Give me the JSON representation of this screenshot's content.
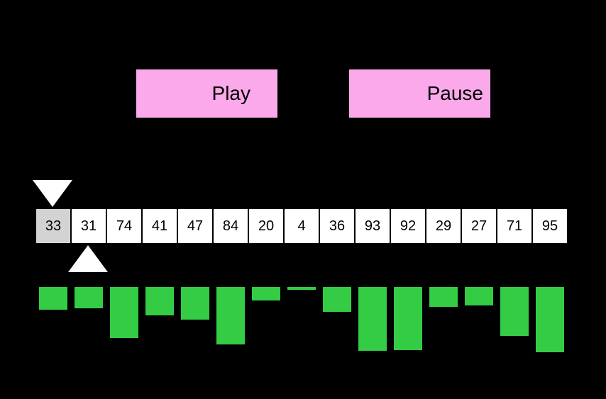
{
  "controls": {
    "play_label": "Play",
    "pause_label": "Pause"
  },
  "array": {
    "values": [
      33,
      31,
      74,
      41,
      47,
      84,
      20,
      4,
      36,
      93,
      92,
      29,
      27,
      71,
      95
    ],
    "highlighted_index": 0,
    "top_pointer_index": 0,
    "bottom_pointer_index": 1
  },
  "colors": {
    "background": "#000000",
    "button": "#fba9ea",
    "cell": "#ffffff",
    "cell_highlight": "#d3d3d3",
    "bar": "#33cc44",
    "pointer": "#ffffff"
  }
}
